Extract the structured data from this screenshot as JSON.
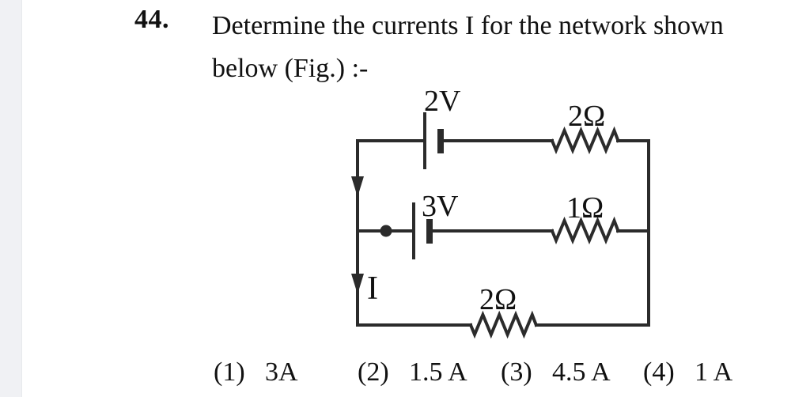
{
  "question": {
    "number": "44.",
    "line1": "Determine the currents I for the network shown",
    "line2": "below (Fig.) :-"
  },
  "circuit": {
    "wire_color": "#2b2b2b",
    "labels": {
      "battery_top": "2V",
      "resistor_top": "2Ω",
      "battery_mid": "3V",
      "resistor_mid": "1Ω",
      "resistor_bottom": "2Ω",
      "current": "I"
    }
  },
  "options": [
    {
      "number": "(1)",
      "value": "3A"
    },
    {
      "number": "(2)",
      "value": "1.5 A"
    },
    {
      "number": "(3)",
      "value": "4.5 A"
    },
    {
      "number": "(4)",
      "value": "1 A"
    }
  ]
}
